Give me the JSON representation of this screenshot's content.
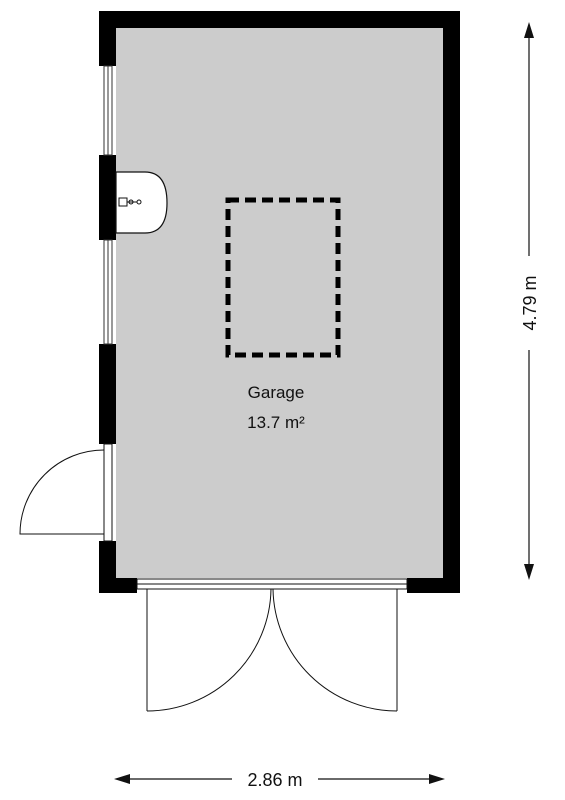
{
  "room": {
    "name": "Garage",
    "area": "13.7 m²"
  },
  "dimensions": {
    "width": "2.86 m",
    "height": "4.79 m"
  },
  "colors": {
    "floor": "#cccccc",
    "wall": "#000000",
    "line": "#111111",
    "background": "#ffffff"
  }
}
